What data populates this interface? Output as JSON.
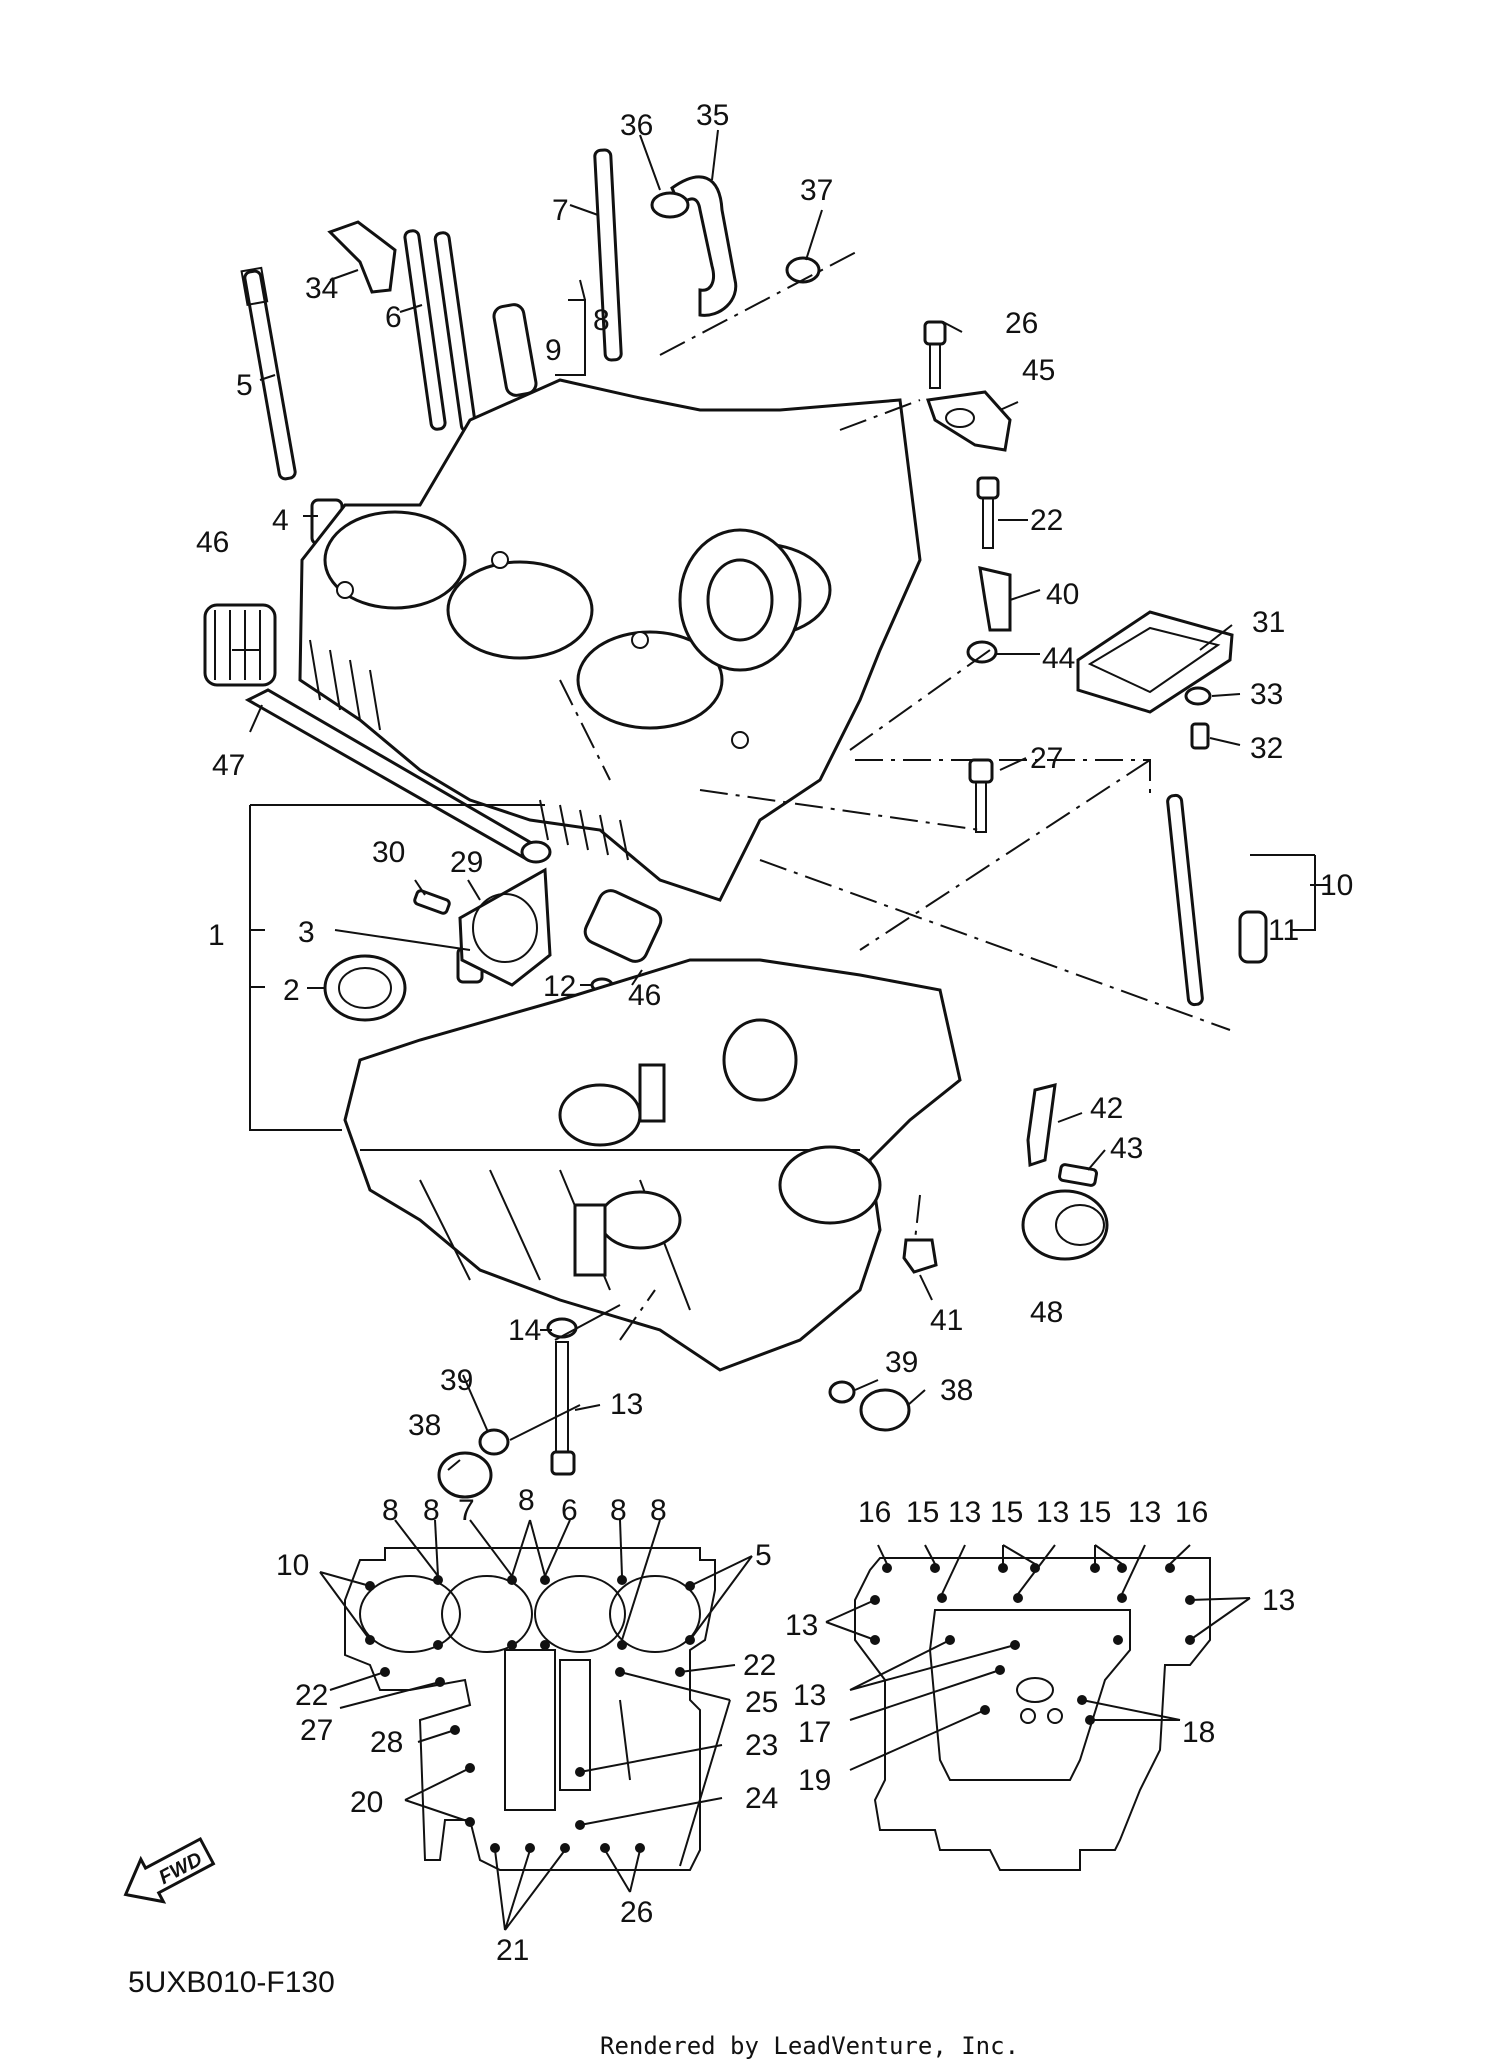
{
  "callouts": {
    "c1": "1",
    "c2": "2",
    "c3": "3",
    "c4": "4",
    "c5": "5",
    "c6": "6",
    "c7": "7",
    "c8": "8",
    "c9": "9",
    "c10": "10",
    "c11": "11",
    "c12": "12",
    "c13": "13",
    "c14": "14",
    "c22": "22",
    "c26": "26",
    "c27": "27",
    "c29": "29",
    "c30": "30",
    "c31": "31",
    "c32": "32",
    "c33": "33",
    "c34": "34",
    "c35": "35",
    "c36": "36",
    "c37": "37",
    "c38a": "38",
    "c38b": "38",
    "c39a": "39",
    "c39b": "39",
    "c40": "40",
    "c41": "41",
    "c42": "42",
    "c43": "43",
    "c44": "44",
    "c45": "45",
    "c46a": "46",
    "c46b": "46",
    "c47": "47",
    "c48": "48"
  },
  "upper_layout": {
    "c8a": "8",
    "c8b": "8",
    "c7": "7",
    "c8c": "8",
    "c6": "6",
    "c8d": "8",
    "c8e": "8",
    "c10": "10",
    "c5": "5",
    "c22a": "22",
    "c22b": "22",
    "c27": "27",
    "c25": "25",
    "c28": "28",
    "c23": "23",
    "c20": "20",
    "c24": "24",
    "c21": "21",
    "c26": "26"
  },
  "lower_layout": {
    "c16a": "16",
    "c15a": "15",
    "c13a": "13",
    "c15b": "15",
    "c13b": "13",
    "c15c": "15",
    "c13c": "13",
    "c16b": "16",
    "c13d": "13",
    "c13e": "13",
    "c13f": "13",
    "c17": "17",
    "c19": "19",
    "c18": "18"
  },
  "fwd_label": "FWD",
  "ref_code": "5UXB010-F130",
  "credit": "Rendered by LeadVenture, Inc.",
  "colors": {
    "ink": "#111111",
    "background": "#ffffff"
  }
}
